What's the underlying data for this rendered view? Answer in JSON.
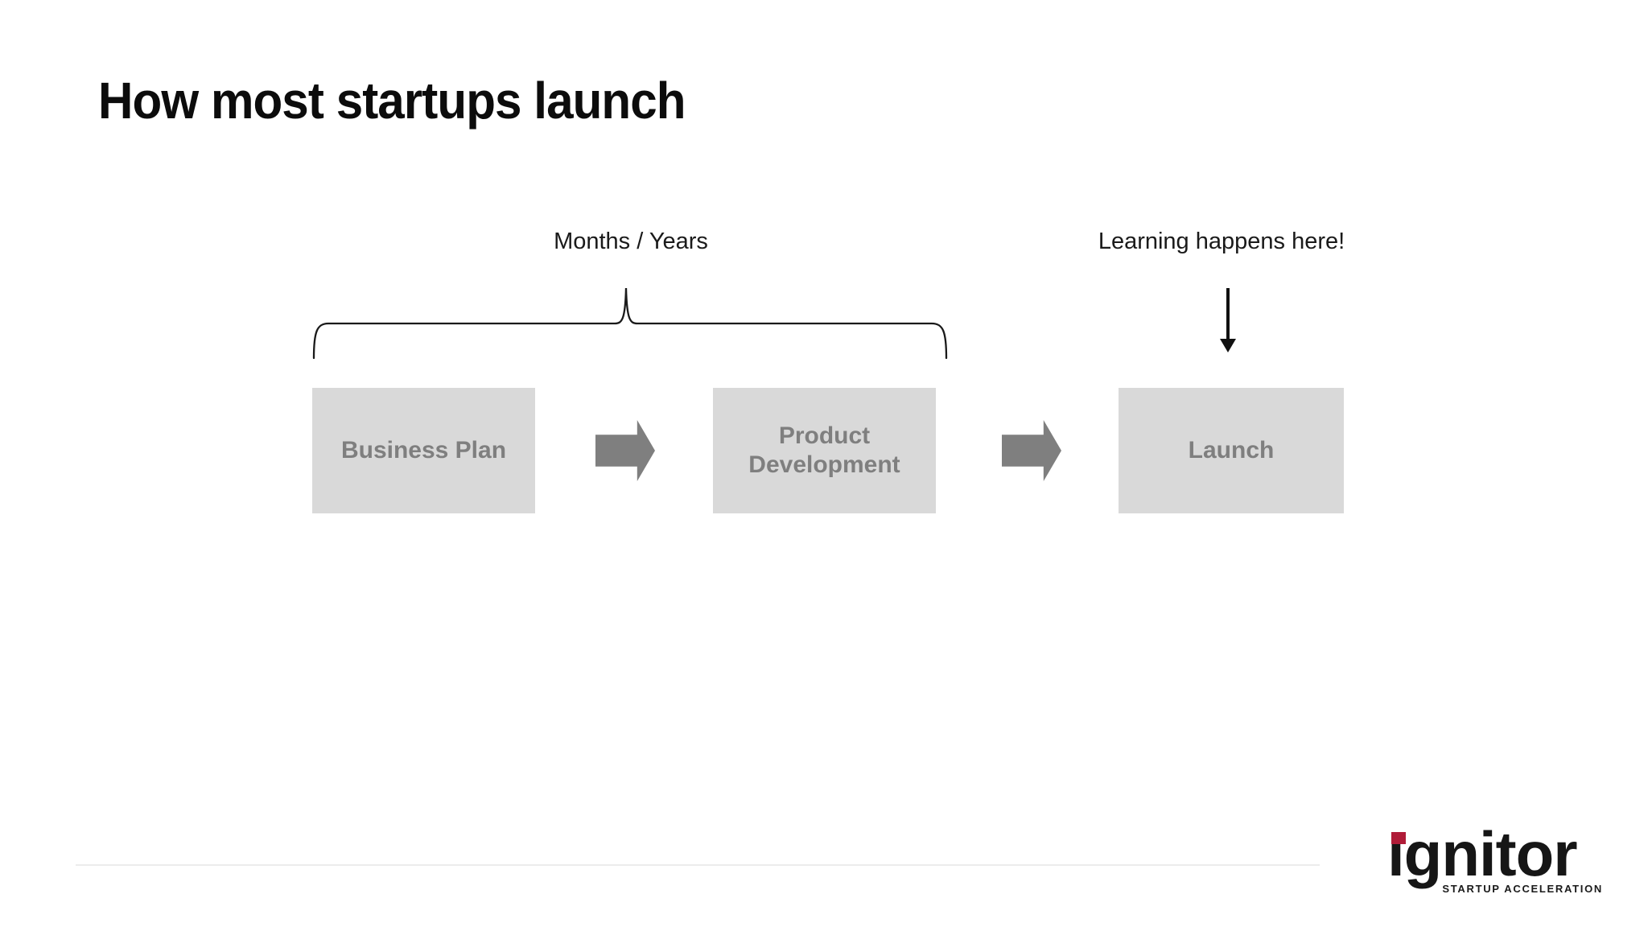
{
  "slide": {
    "title": "How most startups launch",
    "background_color": "#ffffff"
  },
  "diagram": {
    "brace_label": "Months / Years",
    "learning_label": "Learning happens here!",
    "steps": [
      {
        "label": "Business Plan"
      },
      {
        "label": "Product\nDevelopment"
      },
      {
        "label": "Launch"
      }
    ],
    "box_fill_color": "#d9d9d9",
    "box_text_color": "#7f7f7f",
    "arrow_color": "#7f7f7f",
    "line_color": "#1a1a1a"
  },
  "footer": {
    "divider_color": "#ececec",
    "logo_text": "ıgnitor",
    "logo_tagline": "STARTUP ACCELERATION",
    "logo_color": "#161616",
    "logo_dot_color": "#b01c38"
  }
}
